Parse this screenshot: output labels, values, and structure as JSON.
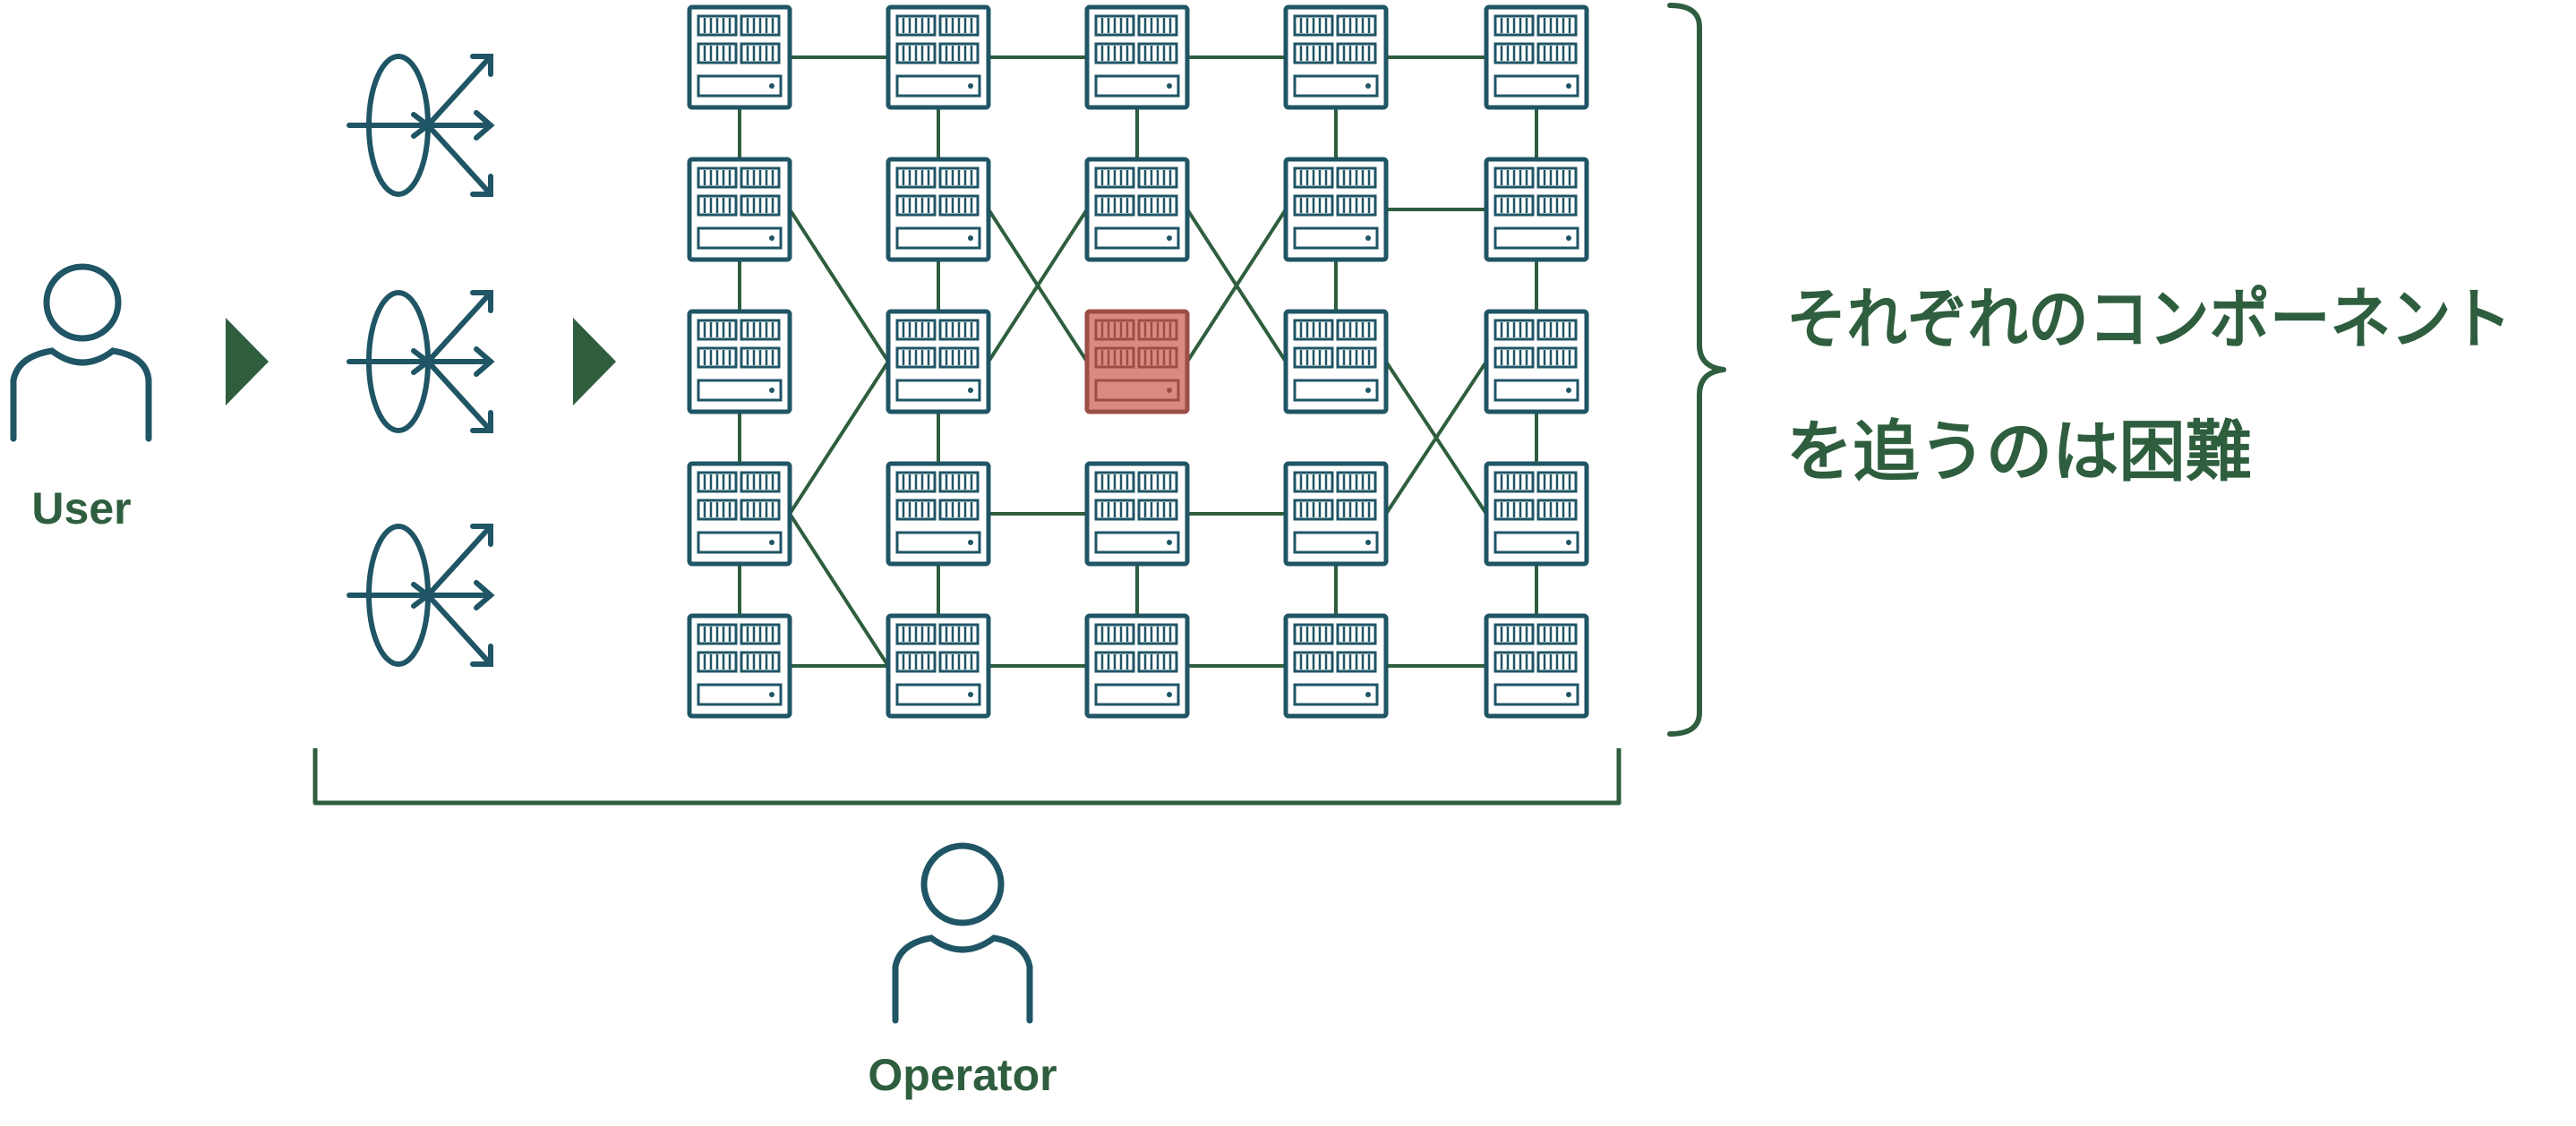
{
  "actors": {
    "user_label": "User",
    "operator_label": "Operator"
  },
  "message": {
    "line1": "それぞれのコンポーネント",
    "line2": "を追うのは困難"
  },
  "grid": {
    "rows": 5,
    "cols": 5,
    "highlighted": {
      "row": 2,
      "col": 2
    },
    "horizontal_links": [
      [
        0,
        0,
        0,
        1
      ],
      [
        0,
        1,
        0,
        2
      ],
      [
        0,
        2,
        0,
        3
      ],
      [
        0,
        3,
        0,
        4
      ],
      [
        1,
        3,
        1,
        4
      ],
      [
        3,
        1,
        3,
        2
      ],
      [
        3,
        2,
        3,
        3
      ],
      [
        4,
        0,
        4,
        1
      ],
      [
        4,
        1,
        4,
        2
      ],
      [
        4,
        2,
        4,
        3
      ],
      [
        4,
        3,
        4,
        4
      ]
    ],
    "vertical_links": [
      [
        0,
        0,
        1,
        0
      ],
      [
        1,
        0,
        2,
        0
      ],
      [
        2,
        0,
        3,
        0
      ],
      [
        3,
        0,
        4,
        0
      ],
      [
        0,
        1,
        1,
        1
      ],
      [
        1,
        1,
        2,
        1
      ],
      [
        2,
        1,
        3,
        1
      ],
      [
        3,
        1,
        4,
        1
      ],
      [
        0,
        2,
        1,
        2
      ],
      [
        3,
        2,
        4,
        2
      ],
      [
        0,
        3,
        1,
        3
      ],
      [
        1,
        3,
        2,
        3
      ],
      [
        3,
        3,
        4,
        3
      ],
      [
        0,
        4,
        1,
        4
      ],
      [
        1,
        4,
        2,
        4
      ],
      [
        2,
        4,
        3,
        4
      ],
      [
        3,
        4,
        4,
        4
      ]
    ],
    "diagonal_links": [
      [
        1,
        0,
        2,
        1
      ],
      [
        3,
        0,
        2,
        1
      ],
      [
        3,
        0,
        4,
        1
      ],
      [
        1,
        1,
        2,
        2
      ],
      [
        2,
        1,
        1,
        2
      ],
      [
        1,
        2,
        2,
        3
      ],
      [
        2,
        2,
        1,
        3
      ],
      [
        2,
        3,
        3,
        4
      ],
      [
        3,
        3,
        2,
        4
      ]
    ]
  },
  "load_balancers": {
    "count": 3
  },
  "colors": {
    "icon": "#1f5565",
    "link": "#2e5e3e",
    "text": "#2e5e3e",
    "highlight_fill": "#db8a80",
    "highlight_stroke": "#9c4e46"
  }
}
